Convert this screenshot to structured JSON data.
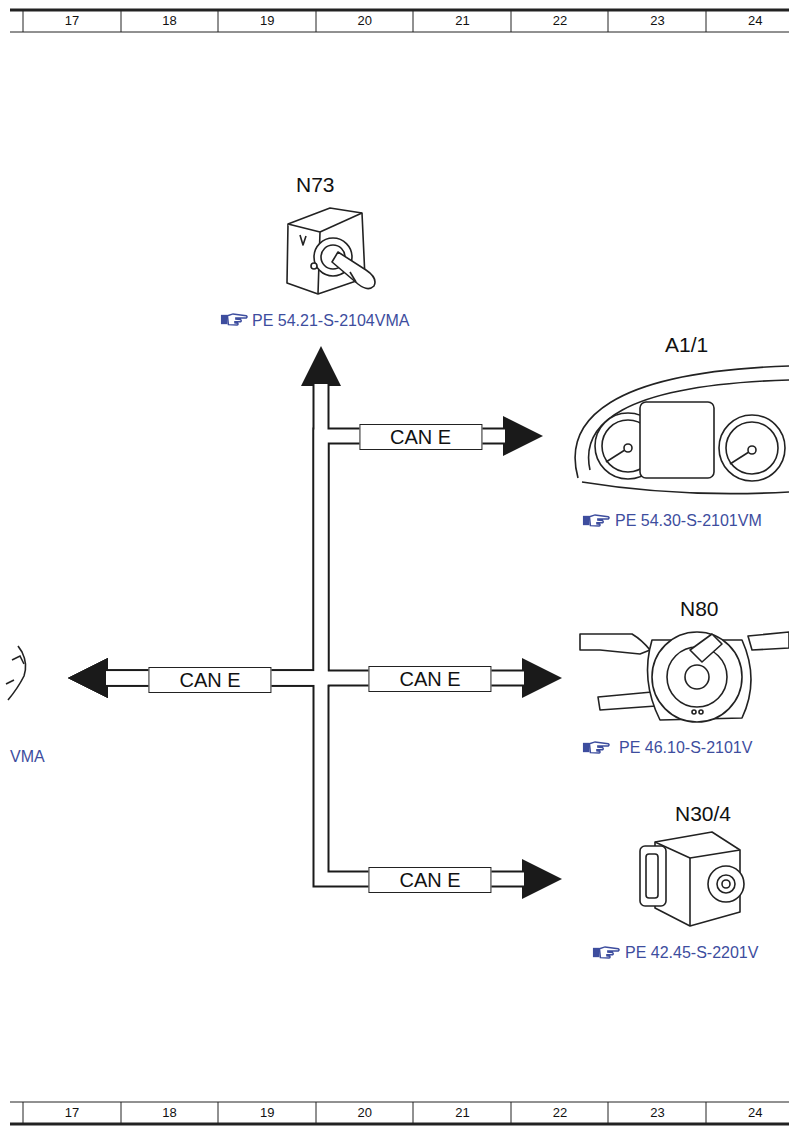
{
  "diagram": {
    "nodes": [
      {
        "text": [
          "N73",
          "PE 54.21-S-2104VMA"
        ]
      },
      {
        "text": [
          "A1/1",
          "PE 54.30-S-2101VM"
        ]
      },
      {
        "text": [
          "VMA"
        ]
      },
      {
        "text": [
          "N80",
          "PE 46.10-S-2101V"
        ]
      },
      {
        "text": [
          "N30/4",
          "PE 42.45-S-2201V"
        ]
      }
    ],
    "edges": [
      {
        "from": 2,
        "to": 0,
        "arrow": "both"
      },
      {
        "from": 2,
        "to": 1,
        "label": "CAN E",
        "arrow": "both"
      },
      {
        "from": 2,
        "to": 3,
        "label": "CAN E",
        "arrow": "both"
      },
      {
        "from": 2,
        "to": 4,
        "label": "CAN E",
        "arrow": "both"
      }
    ],
    "labels": [
      "17",
      "18",
      "19",
      "20",
      "21",
      "22",
      "23",
      "24",
      "CAN E",
      "17",
      "18",
      "19",
      "20",
      "21",
      "22",
      "23",
      "24"
    ]
  }
}
